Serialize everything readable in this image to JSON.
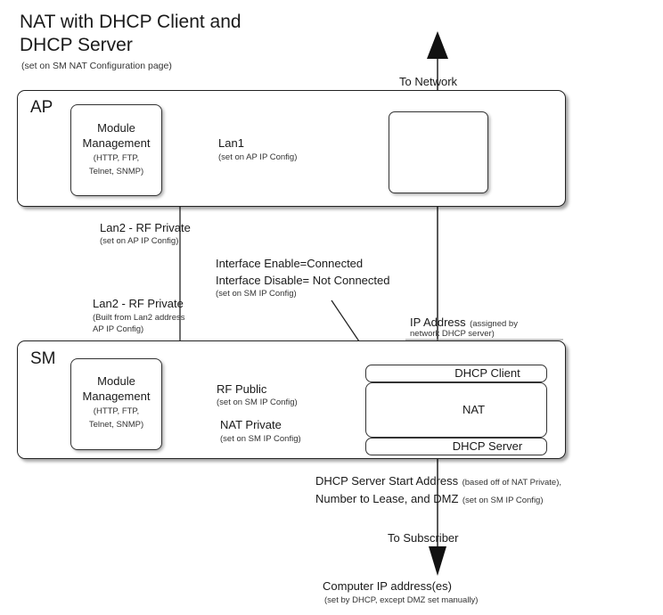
{
  "title": {
    "line1": "NAT with DHCP Client and",
    "line2": "DHCP Server",
    "subtitle": "(set on SM NAT Configuration page)"
  },
  "to_network": "To Network",
  "ap": {
    "label": "AP",
    "module": {
      "line1": "Module",
      "line2": "Management",
      "line3": "(HTTP, FTP,",
      "line4": "Telnet, SNMP)"
    },
    "lan1": {
      "label": "Lan1",
      "note": "(set on AP IP Config)"
    }
  },
  "lan2_ap": {
    "label": "Lan2 - RF Private",
    "note": "(set on AP IP Config)"
  },
  "lan2_sm": {
    "label": "Lan2 - RF Private",
    "note1": "(Built from Lan2 address",
    "note2": "AP IP Config)"
  },
  "interface": {
    "line1": "Interface Enable=Connected",
    "line2": "Interface Disable= Not Connected",
    "note": "(set on SM IP Config)"
  },
  "ip_address": {
    "label": "IP Address",
    "note1": "(assigned by",
    "note2": "network DHCP server)"
  },
  "sm": {
    "label": "SM",
    "module": {
      "line1": "Module",
      "line2": "Management",
      "line3": "(HTTP, FTP,",
      "line4": "Telnet, SNMP)"
    },
    "rf_public": {
      "label": "RF Public",
      "note": "(set on SM IP Config)"
    },
    "nat_private": {
      "label": "NAT Private",
      "note": "(set on SM IP Config)"
    },
    "dhcp_client": "DHCP Client",
    "nat": "NAT",
    "dhcp_server": "DHCP Server"
  },
  "dhcp_start": {
    "line1": "DHCP Server Start Address",
    "note1": "(based off of NAT Private),",
    "line2": "Number to Lease, and DMZ",
    "note2": "(set on SM IP Config)"
  },
  "to_subscriber": "To Subscriber",
  "computer": {
    "label": "Computer IP address(es)",
    "note": "(set by DHCP, except DMZ set manually)"
  }
}
